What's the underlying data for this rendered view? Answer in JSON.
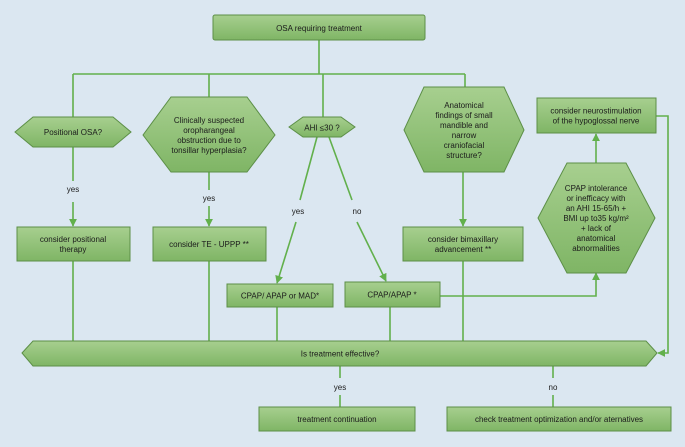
{
  "colors": {
    "background": "#dbe7f1",
    "node_fill_top": "#a7cf8f",
    "node_fill_bottom": "#7fb565",
    "node_stroke": "#5c8f47",
    "connector": "#62b04c"
  },
  "nodes": {
    "osa": [
      "OSA requiring treatment"
    ],
    "positional": [
      "Positional OSA?"
    ],
    "tonsillar": [
      "Clinically suspected",
      "oropharangeal",
      "obstruction due to",
      "tonsillar hyperplasia?"
    ],
    "ahi": [
      "AHI ≤30 ?"
    ],
    "anatomical": [
      "Anatomical",
      "findings of small",
      "mandible and",
      "narrow",
      "craniofacial",
      "structure?"
    ],
    "neurostim": [
      "consider neurostimulation",
      "of the hypoglossal nerve"
    ],
    "positional_therapy": [
      "consider positional",
      "therapy"
    ],
    "te_uppp": [
      "consider TE - UPPP **"
    ],
    "bimax": [
      "consider bimaxillary",
      "advancement **"
    ],
    "cpap_intolerance": [
      "CPAP intolerance",
      "or inefficacy with",
      "an AHI 15-65/h +",
      "BMI up to35 kg/m²",
      "+ lack of",
      "anatomical",
      "abnormalities"
    ],
    "cpap_apap_mad": [
      "CPAP/ APAP or MAD*"
    ],
    "cpap_apap": [
      "CPAP/APAP *"
    ],
    "effective": [
      "Is treatment effective?"
    ],
    "continuation": [
      "treatment continuation"
    ],
    "optimization": [
      "check treatment optimization and/or aternatives"
    ]
  },
  "edge_labels": {
    "yes_positional": "yes",
    "yes_tonsillar": "yes",
    "yes_ahi": "yes",
    "no_ahi": "no",
    "yes_effective": "yes",
    "no_effective": "no"
  }
}
